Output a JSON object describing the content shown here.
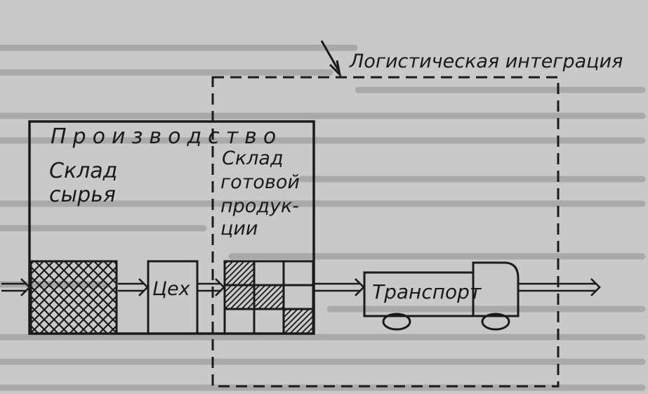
{
  "diagram": {
    "integration_label": "Логистическая интеграция",
    "production_label": "Производство",
    "raw_warehouse_label": [
      "Склад",
      "сырья"
    ],
    "finished_warehouse_label": [
      "Склад",
      "готовой",
      "продук-",
      "ции"
    ],
    "workshop_label": "Цех",
    "transport_label": "Транспорт"
  },
  "colors": {
    "paper": "#c9c9c9",
    "ink": "#1a1a1a",
    "faded_text": "#a9a9a9"
  }
}
